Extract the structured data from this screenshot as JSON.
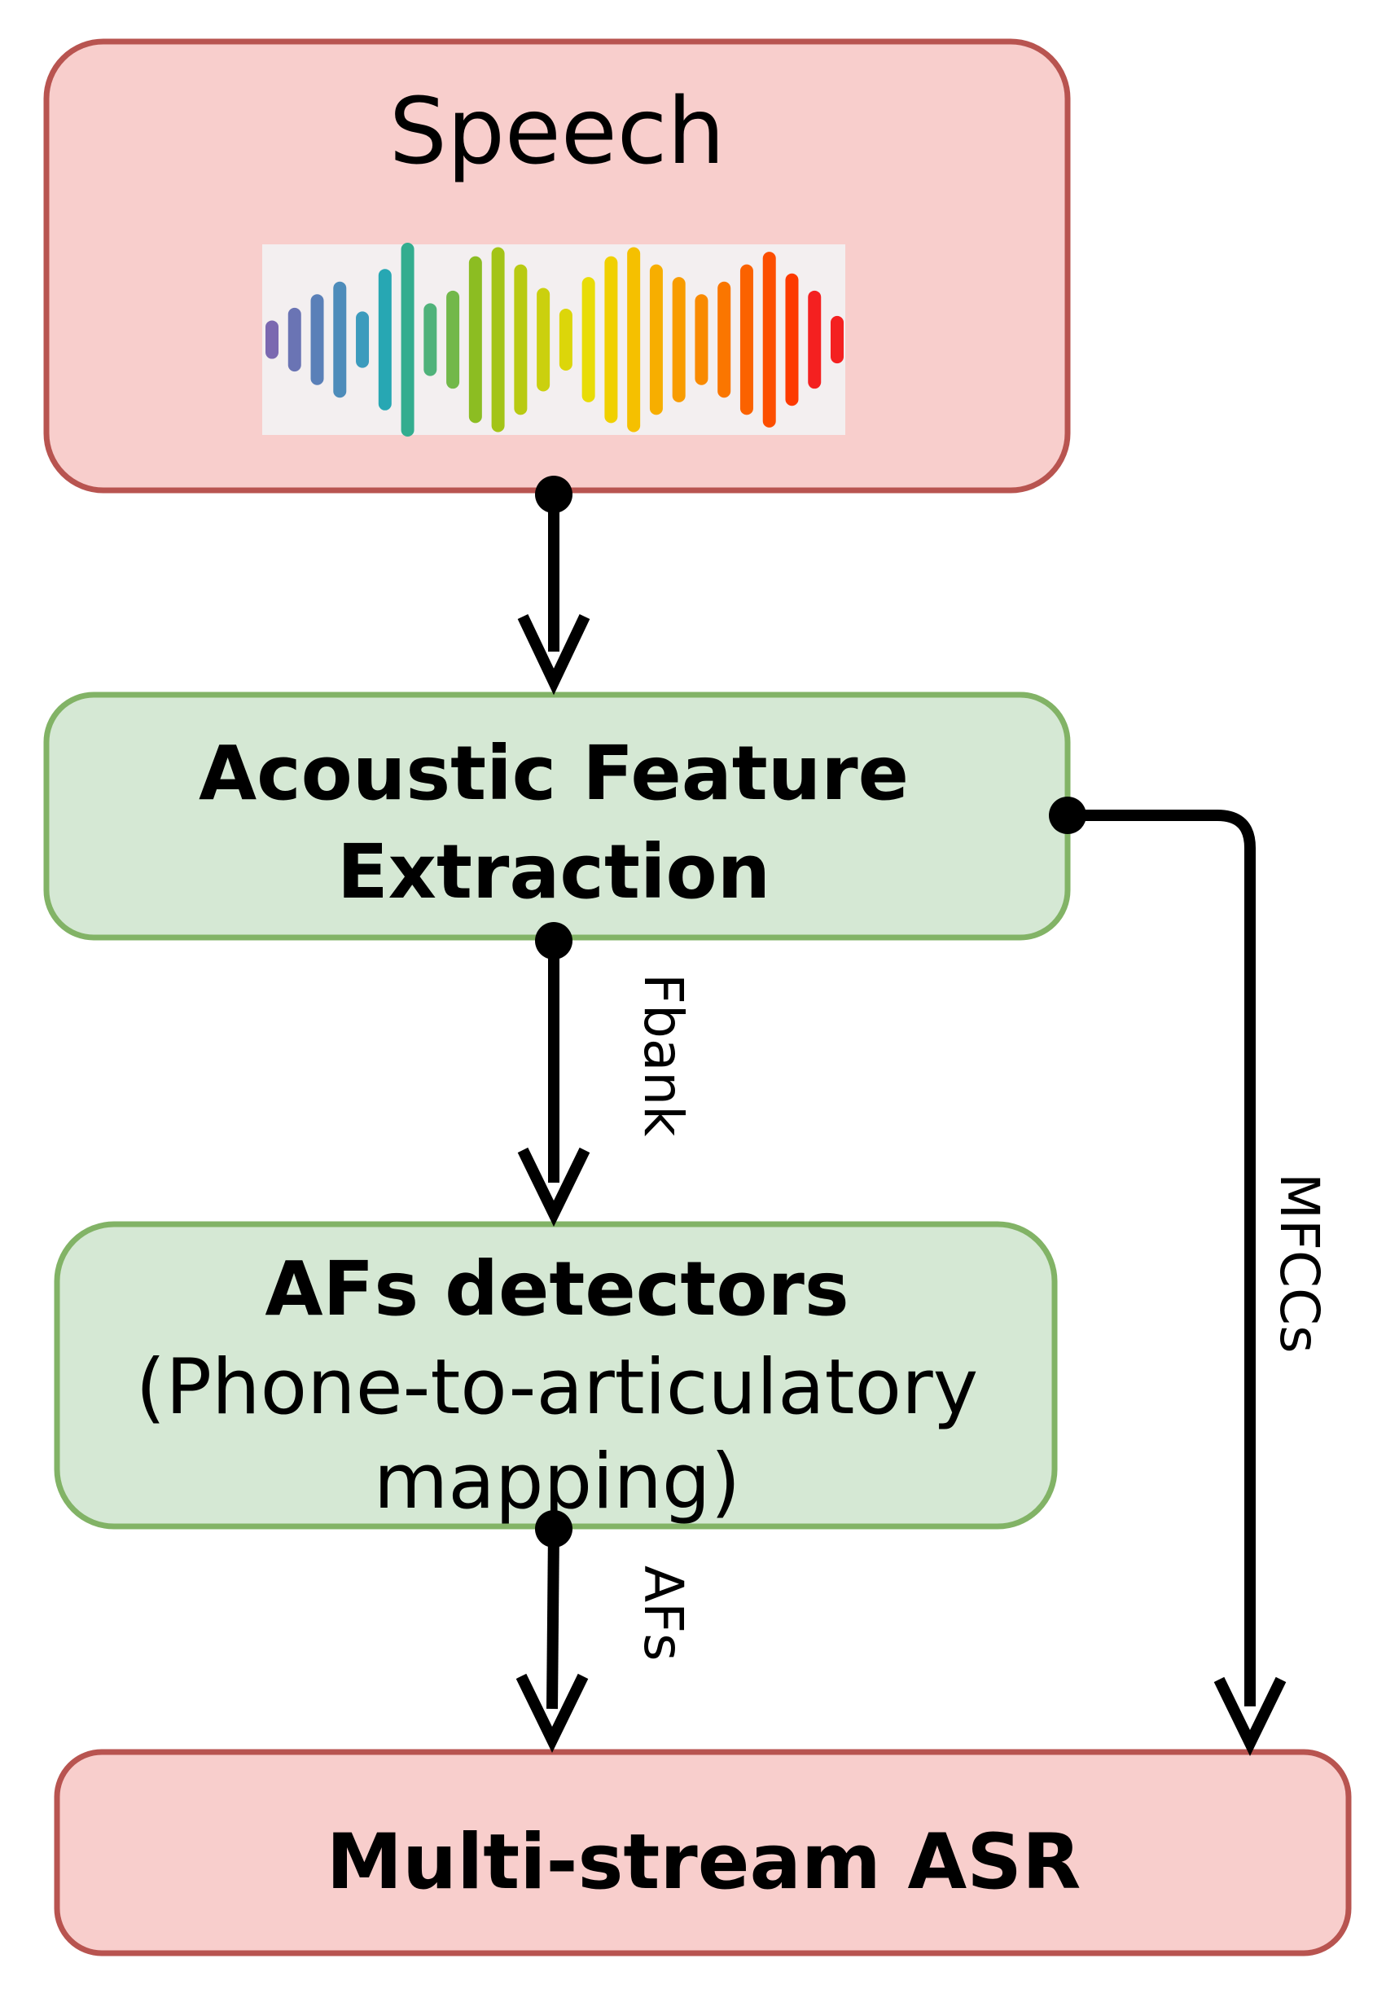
{
  "colors": {
    "speech_fill": "#f8cecc",
    "speech_stroke": "#b85450",
    "process_fill": "#d5e8d4",
    "process_stroke": "#82b366",
    "waveform_bg": "#f3eff0",
    "arrow": "#000000"
  },
  "nodes": {
    "speech": {
      "title": "Speech"
    },
    "feature_extraction": {
      "line1": "Acoustic Feature",
      "line2": "Extraction"
    },
    "af_detectors": {
      "line1": "AFs detectors",
      "line2": "(Phone-to-articulatory",
      "line3": "mapping)"
    },
    "asr": {
      "title": "Multi-stream ASR"
    }
  },
  "edges": {
    "fbank": "Fbank",
    "afs": "AFs",
    "mfccs": "MFCCs"
  },
  "waveform": {
    "icon": "audio-waveform-icon",
    "bar_colors": [
      "#7b68b0",
      "#6a74b4",
      "#5a80b8",
      "#4d8cba",
      "#3c9bbd",
      "#27a7b3",
      "#33ad8f",
      "#4fb27a",
      "#72b84a",
      "#8cbd22",
      "#a3c417",
      "#b8ca12",
      "#cbd00e",
      "#dcd60a",
      "#e8dc06",
      "#f0d000",
      "#f5c000",
      "#f7ae00",
      "#f89c00",
      "#f98a00",
      "#fa7600",
      "#fb6200",
      "#fc4e00",
      "#fd3a00",
      "#f42020"
    ],
    "bar_levels": [
      0.14,
      0.28,
      0.43,
      0.57,
      0.24,
      0.71,
      1.0,
      0.33,
      0.47,
      0.85,
      0.95,
      0.76,
      0.5,
      0.27,
      0.62,
      0.85,
      0.95,
      0.76,
      0.62,
      0.43,
      0.57,
      0.76,
      0.9,
      0.66,
      0.47,
      0.19
    ]
  }
}
